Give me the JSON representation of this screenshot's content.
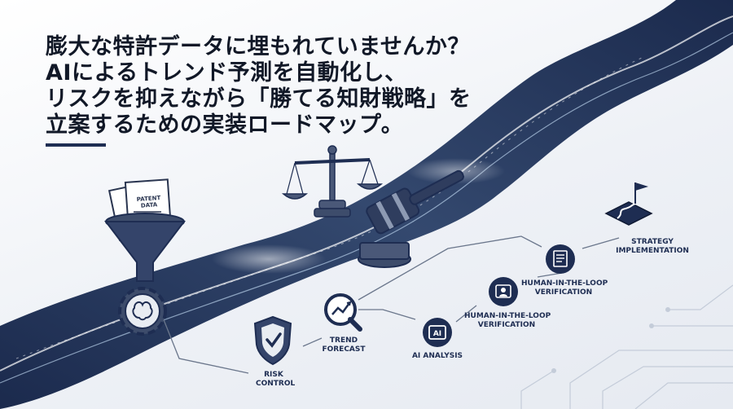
{
  "headline": {
    "lines": [
      "膨大な特許データに埋もれていませんか？",
      "AIによるトレンド予測を自動化し、",
      "リスクを抑えながら「勝てる知財戦略」を",
      "立案するための実装ロードマップ。"
    ]
  },
  "steps": [
    {
      "label": "RISK",
      "sublabel": "CONTROL",
      "icon": "shield-check-icon"
    },
    {
      "label": "TREND",
      "sublabel": "FORECAST",
      "icon": "magnifier-trend-icon"
    },
    {
      "label": "AI ANALYSIS",
      "icon": "ai-chip-icon"
    },
    {
      "label": "HUMAN-IN-THE-LOOP",
      "sublabel": "VERIFICATION",
      "icon": "user-check-icon"
    },
    {
      "label": "HUMAN-IN-THE-LOOP",
      "sublabel": "VERIFICATION",
      "icon": "document-check-icon"
    },
    {
      "label": "STRATEGY",
      "sublabel": "IMPLEMENTATION",
      "icon": "flag-road-icon"
    }
  ],
  "illustration": {
    "patent_doc_label_1": "PATENT",
    "patent_doc_label_2": "DATA"
  },
  "colors": {
    "navy": "#1e2d52",
    "steel": "#5a6b8c",
    "glow": "#bfe3ff"
  }
}
